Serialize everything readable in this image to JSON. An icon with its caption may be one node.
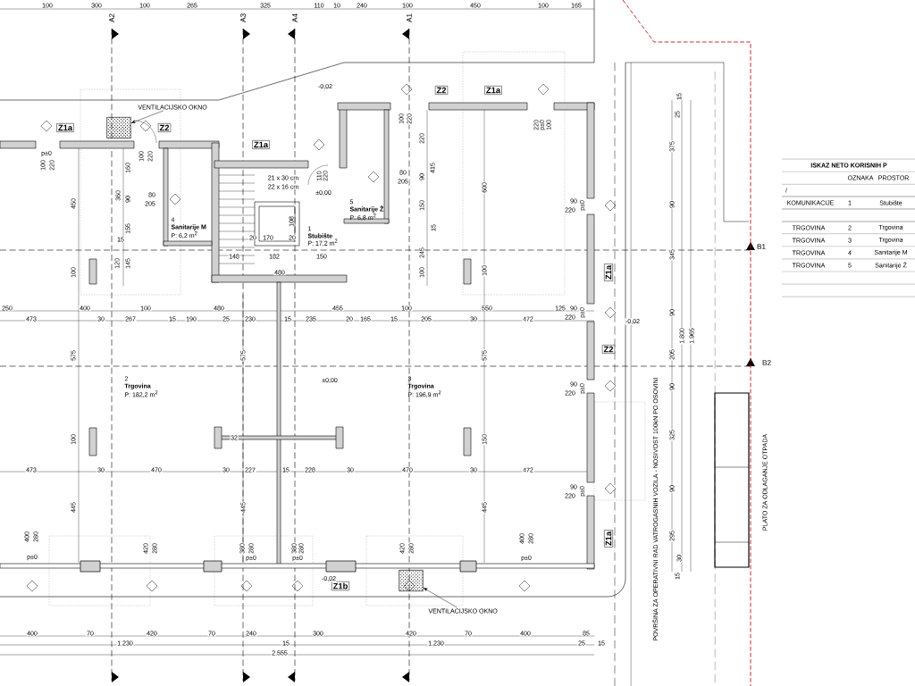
{
  "diagram": {
    "nodes": [
      {
        "text": [
          "4",
          "Sanitarije M",
          "P: 6,2 m$^{2}$"
        ]
      },
      {
        "text": [
          "1",
          "Stubište",
          "P: 17,2 m$^{2}$"
        ]
      },
      {
        "text": [
          "5",
          "Sanitarije Ž",
          "P: 6,8 m$^{2}$"
        ]
      },
      {
        "text": [
          "2",
          "Trgovina",
          "P: 182,2 m$^{2}$"
        ]
      },
      {
        "text": [
          "3",
          "Trgovina",
          "P: 196,9 m$^{2}$"
        ]
      },
      {
        "text": [
          "VENTILACIJSKO OKNO"
        ]
      },
      {
        "text": [],
        "shape": "box"
      },
      {
        "text": [
          "VENTILACIJSKO OKNO"
        ]
      },
      {
        "text": [],
        "shape": "box"
      }
    ],
    "edges": [
      {
        "from": 5,
        "to": 6,
        "arrow": "to"
      },
      {
        "from": 7,
        "to": 8,
        "arrow": "to"
      }
    ],
    "labels": [
      "A2",
      "A3",
      "A4",
      "A1",
      "B1",
      "B2",
      "100",
      "300",
      "100",
      "265",
      "325",
      "110",
      "10",
      "240",
      "100",
      "450",
      "100",
      "165",
      "Z1a",
      "Z2",
      "Z1a",
      "Z2",
      "Z1a",
      "Z1a",
      "Z2",
      "Z1a",
      "Z1b",
      "-0,02",
      "±0,00",
      "±0,00",
      "-0,02",
      "-0,02",
      "21 x 30 cm",
      "22 x 16 cm",
      "20",
      "170",
      "20",
      "148",
      "182",
      "150",
      "480",
      "108",
      "p±0",
      "100",
      "220",
      "100",
      "220",
      "80",
      "205",
      "110",
      "220",
      "80",
      "205",
      "100",
      "220",
      "220",
      "p±0",
      "100",
      "90",
      "220",
      "p±0",
      "90",
      "220",
      "p±0",
      "90",
      "220",
      "p±0",
      "90",
      "220",
      "p±0",
      "400",
      "280",
      "p±0",
      "420",
      "280",
      "380",
      "280",
      "p±0",
      "380",
      "280",
      "p±0",
      "420",
      "280",
      "400",
      "280",
      "p±0",
      "250",
      "400",
      "100",
      "480",
      "455",
      "100",
      "550",
      "125",
      "473",
      "30",
      "267",
      "15",
      "190",
      "25",
      "230",
      "15",
      "235",
      "20",
      "165",
      "15",
      "205",
      "30",
      "472",
      "473",
      "30",
      "470",
      "30",
      "227",
      "15",
      "228",
      "30",
      "470",
      "30",
      "472",
      "450",
      "100",
      "575",
      "100",
      "445",
      "360",
      "160",
      "90",
      "155",
      "15",
      "120",
      "145",
      "575",
      "32",
      "445",
      "220",
      "415",
      "90",
      "150",
      "15",
      "245",
      "100",
      "600",
      "100",
      "575",
      "150",
      "445",
      "15",
      "25",
      "375",
      "90",
      "345",
      "90",
      "205",
      "90",
      "325",
      "90",
      "295",
      "30",
      "15",
      "1.800",
      "1.965",
      "400",
      "70",
      "420",
      "70",
      "240",
      "300",
      "420",
      "70",
      "400",
      "85",
      "1.230",
      "15",
      "1.230",
      "25",
      "15",
      "2.555",
      "POVRŠINA ZA OPERATIVNI RAD VATROGASNIH VOZILA - NOSIVOST 100kN PO OSOVINI",
      "PLATO ZA ODLAGANJE OTPADA",
      "ISKAZ NETO KORISNIH P",
      "OZNAKA",
      "PROSTOR",
      "/",
      "KOMUNIKACIJE",
      "1",
      "Stubište",
      "TRGOVINA",
      "2",
      "Trgovina",
      "TRGOVINA",
      "3",
      "Trgovina",
      "TRGOVINA",
      "4",
      "Sanitarije M",
      "TRGOVINA",
      "5",
      "Sanitarije Ž"
    ]
  }
}
